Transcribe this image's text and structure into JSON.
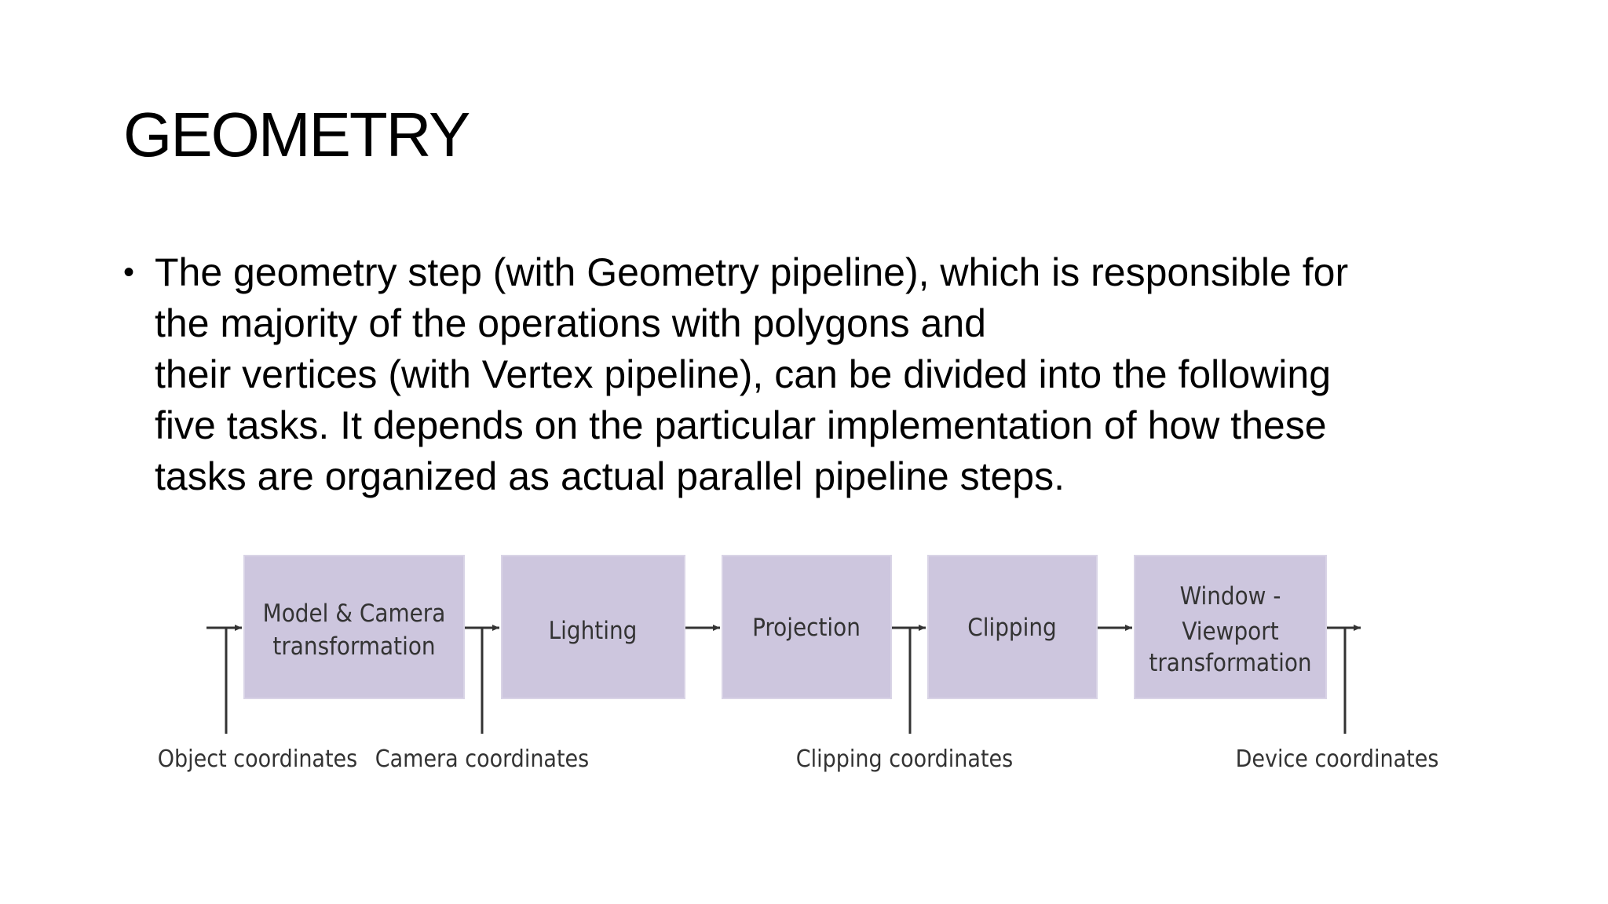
{
  "slide": {
    "title": "GEOMETRY",
    "bullet_lines": [
      "The geometry step (with Geometry pipeline), which is responsible for",
      "the majority of the operations with polygons and",
      "their vertices (with Vertex pipeline), can be divided into the following",
      "five tasks. It depends on the particular implementation of how these",
      "tasks are organized as actual parallel pipeline steps."
    ]
  },
  "diagram": {
    "box_color": "#cdc6de",
    "line_color": "#333333",
    "stages": [
      {
        "lines": [
          "Model & Camera",
          "transformation"
        ]
      },
      {
        "lines": [
          "Lighting"
        ]
      },
      {
        "lines": [
          "Projection"
        ]
      },
      {
        "lines": [
          "Clipping"
        ]
      },
      {
        "lines": [
          "Window -",
          "Viewport",
          "transformation"
        ]
      }
    ],
    "coordinates": [
      "Object coordinates",
      "Camera coordinates",
      "Clipping coordinates",
      "Device coordinates"
    ]
  }
}
